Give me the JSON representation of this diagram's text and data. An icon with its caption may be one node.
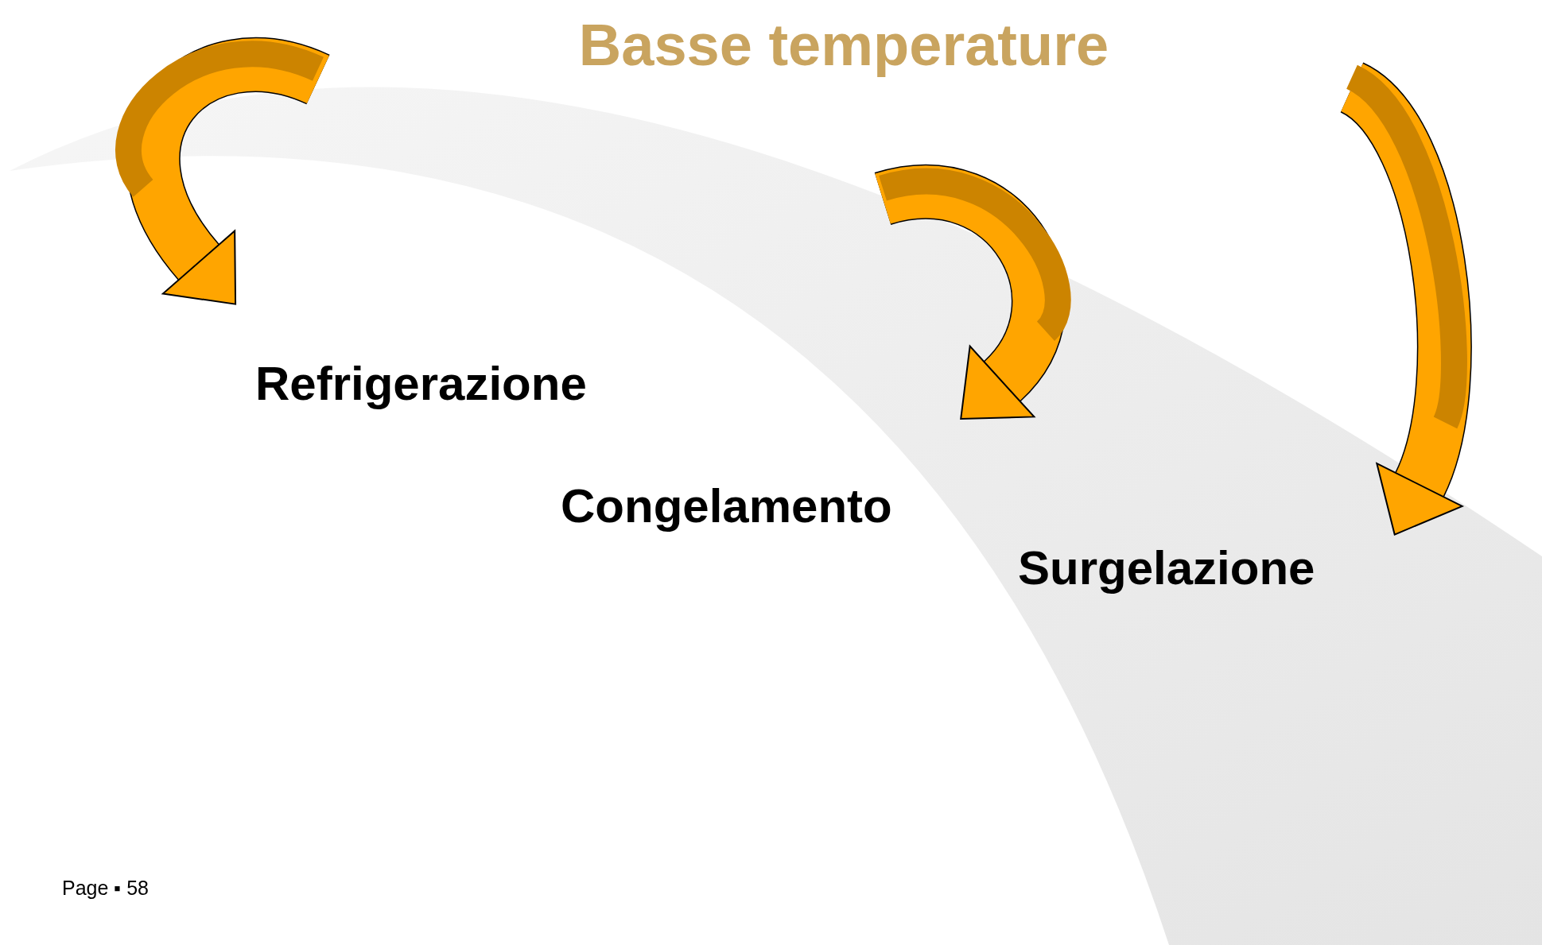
{
  "diagram": {
    "title": "Basse temperature",
    "nodes": [
      {
        "text": [
          "Refrigerazione"
        ]
      },
      {
        "text": [
          "Congelamento"
        ]
      },
      {
        "text": [
          "Surgelazione"
        ]
      }
    ],
    "edges": [
      {
        "from": null,
        "to": 0,
        "arrow": "to"
      },
      {
        "from": null,
        "to": 1,
        "arrow": "to"
      },
      {
        "from": null,
        "to": 2,
        "arrow": "to"
      }
    ],
    "labels": [
      "Page ▪ 58"
    ]
  }
}
